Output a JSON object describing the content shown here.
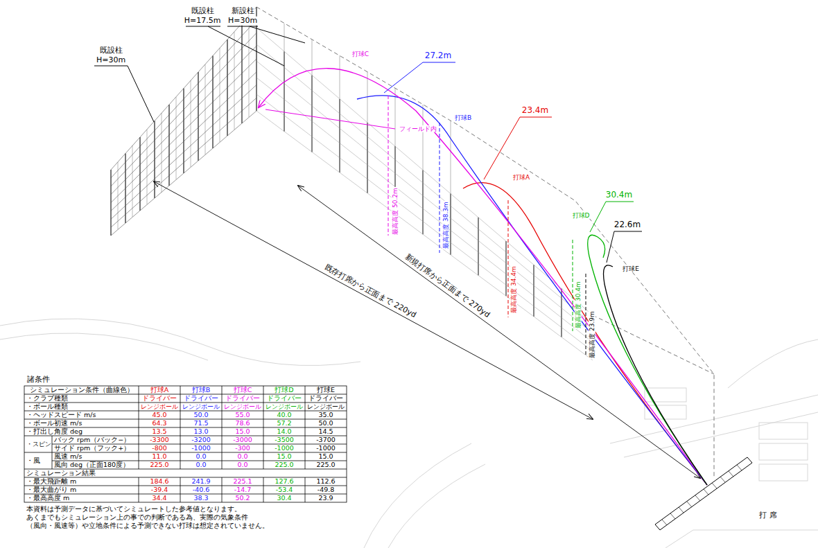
{
  "diagram": {
    "labels": [
      "既設柱",
      "H=17.5m",
      "新設柱",
      "H=30m",
      "既設柱",
      "H=30m",
      "打球C",
      "27.2m",
      "打球B",
      "23.4m",
      "打球A",
      "フィールド内",
      "30.4m",
      "打球D",
      "22.6m",
      "打球E",
      "最高高度 50.2m",
      "最高高度 38.3m",
      "最高高度 34.4m",
      "最高高度 30.4m",
      "最高高度 23.9m",
      "新規打席から正面まで 270yd",
      "既存打席から正面まで 220yd",
      "打 席",
      "諸条件",
      "シミュレーション条件（曲線色）",
      "打球A",
      "打球B",
      "打球C",
      "打球D",
      "打球E",
      "・クラブ種類",
      "ドライバー",
      "ドライバー",
      "ドライバー",
      "ドライバー",
      "ドライバー",
      "・ボール種類",
      "レンジボール",
      "レンジボール",
      "レンジボール",
      "レンジボール",
      "レンジボール",
      "・ヘッドスピード m/s",
      "45.0",
      "50.0",
      "55.0",
      "40.0",
      "35.0",
      "・ボール初速 m/s",
      "64.3",
      "71.5",
      "78.6",
      "57.2",
      "50.0",
      "・打出し角度 deg",
      "13.5",
      "13.0",
      "15.0",
      "14.0",
      "14.5",
      "・スピン",
      "バック rpm（バック−）",
      "-3300",
      "-3200",
      "-3000",
      "-3500",
      "-3700",
      "サイド rpm（フック+）",
      "-800",
      "-1000",
      "-300",
      "-1000",
      "-1000",
      "・風",
      "風速 m/s",
      "11.0",
      "0.0",
      "0.0",
      "15.0",
      "15.0",
      "風向 deg（正面180度）",
      "225.0",
      "0.0",
      "0.0",
      "225.0",
      "225.0",
      "シミュレーション結果",
      "・最大飛距離 m",
      "184.6",
      "241.9",
      "225.1",
      "127.6",
      "112.6",
      "・最大曲がり m",
      "-39.4",
      "-40.6",
      "-14.7",
      "-53.4",
      "-49.8",
      "・最高高度 m",
      "34.4",
      "38.3",
      "50.2",
      "30.4",
      "23.9",
      "本資料は予測データに基づいてシミュレートした参考値となります。",
      "あくまでもシミュレーション上の事での判断である為、実際の気象条件",
      "（風向・風速等）や立地条件による予測できない打球は想定されていません。"
    ]
  }
}
